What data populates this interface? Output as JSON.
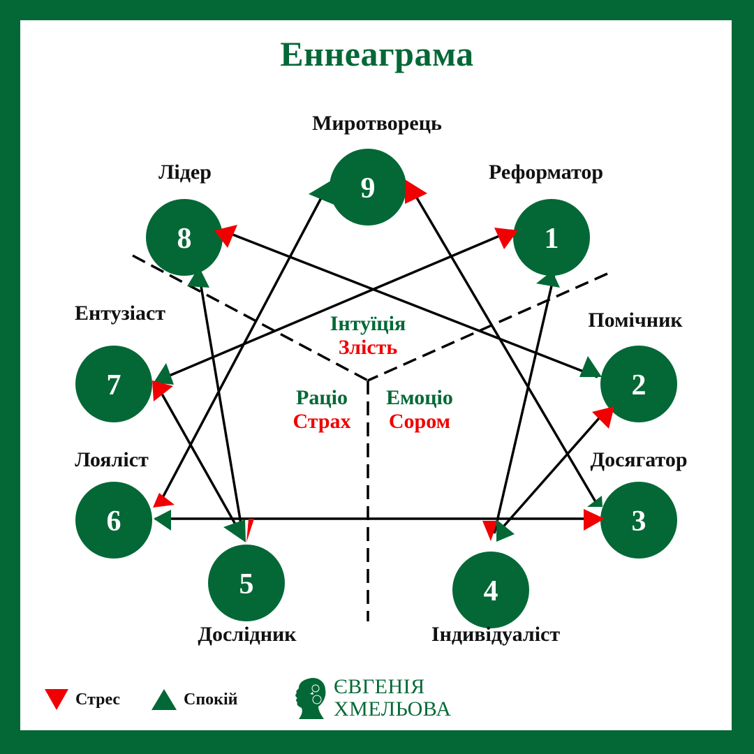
{
  "title": "Еннеаграма",
  "colors": {
    "brand_green": "#036836",
    "stress_red": "#f00000",
    "line": "#000000",
    "background": "#ffffff"
  },
  "types": [
    {
      "number": "1",
      "name": "Реформатор"
    },
    {
      "number": "2",
      "name": "Помічник"
    },
    {
      "number": "3",
      "name": "Досягатор"
    },
    {
      "number": "4",
      "name": "Індивідуаліст"
    },
    {
      "number": "5",
      "name": "Дослідник"
    },
    {
      "number": "6",
      "name": "Лояліст"
    },
    {
      "number": "7",
      "name": "Ентузіаст"
    },
    {
      "number": "8",
      "name": "Лідер"
    },
    {
      "number": "9",
      "name": "Миротворець"
    }
  ],
  "centers": {
    "top": {
      "center": "Інтуїція",
      "emotion": "Злість"
    },
    "left": {
      "center": "Раціо",
      "emotion": "Страх"
    },
    "right": {
      "center": "Емоціо",
      "emotion": "Сором"
    }
  },
  "connections": [
    {
      "stress": "1 → 4",
      "calm": "4 → 1"
    },
    {
      "stress": "4 → 2",
      "calm": "2 → 4"
    },
    {
      "stress": "2 → 8",
      "calm": "8 → 2"
    },
    {
      "stress": "8 → 5",
      "calm": "5 → 8"
    },
    {
      "stress": "5 → 7",
      "calm": "7 → 5"
    },
    {
      "stress": "7 → 1",
      "calm": "1 → 7"
    },
    {
      "stress": "3 → 9",
      "calm": "9 → 3"
    },
    {
      "stress": "9 → 6",
      "calm": "6 → 9"
    },
    {
      "stress": "6 → 3",
      "calm": "3 → 6"
    }
  ],
  "legend": {
    "stress_label": "Стрес",
    "calm_label": "Спокій",
    "stress_icon": "red-down-triangle",
    "calm_icon": "green-up-triangle"
  },
  "logo": {
    "line1": "ЄВГЕНІЯ",
    "line2": "ХМЕЛЬОВА",
    "icon": "woman-profile-silhouette"
  }
}
